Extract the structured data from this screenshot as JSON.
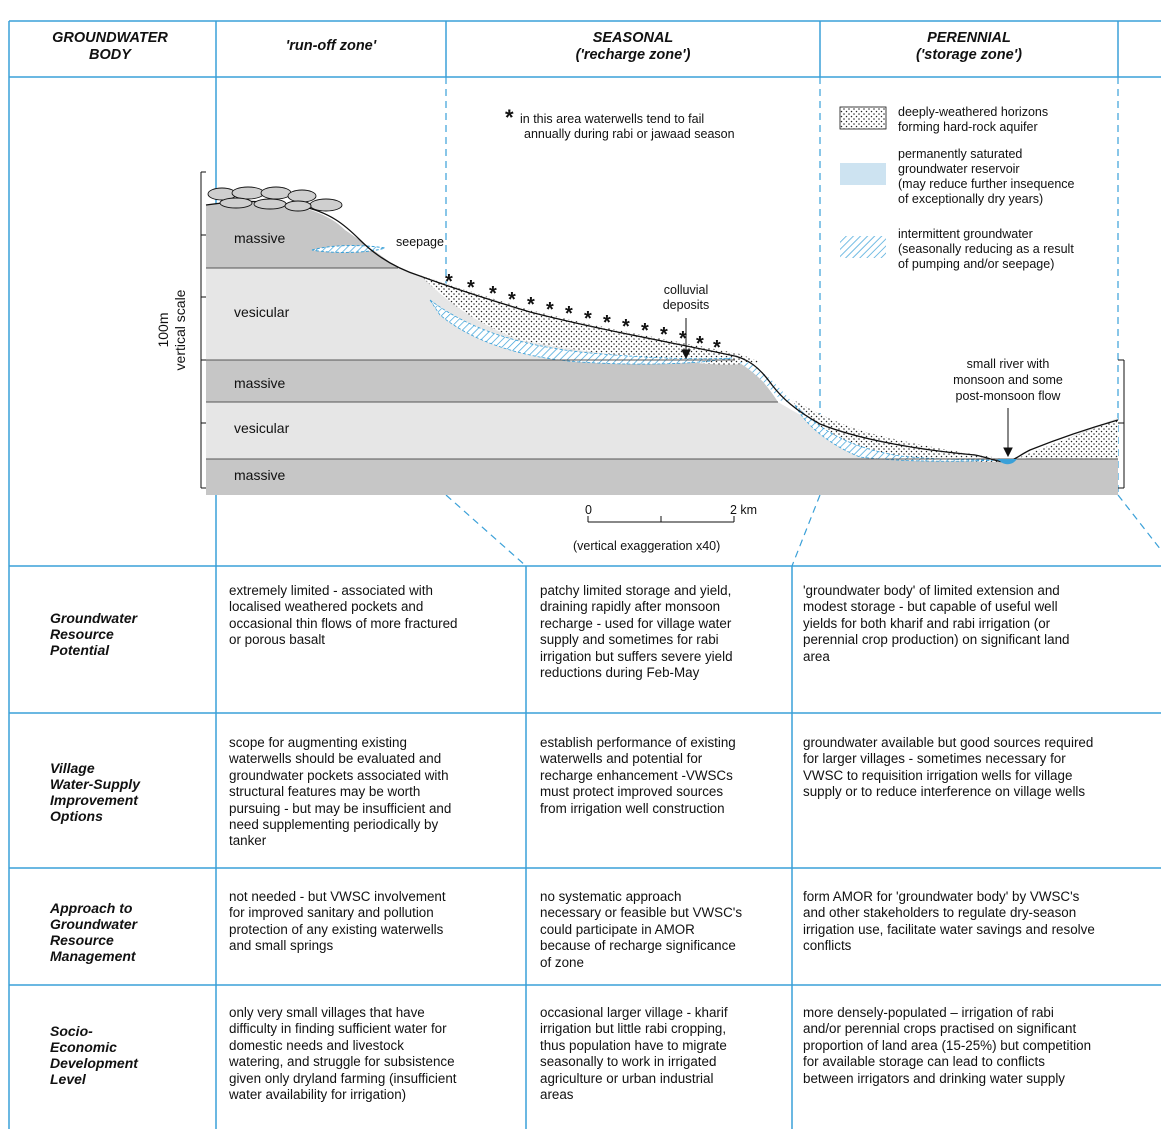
{
  "header": {
    "col0": [
      "GROUNDWATER",
      "BODY"
    ],
    "col1": [
      "'run-off  zone'"
    ],
    "col2": [
      "SEASONAL",
      "('recharge zone')"
    ],
    "col3": [
      "PERENNIAL",
      "('storage zone')"
    ]
  },
  "diagram": {
    "note_star": "*",
    "note_line1": "in this area waterwells tend to fail",
    "note_line2": "annually during rabi or jawaad season",
    "legend": [
      {
        "lines": [
          "deeply-weathered horizons",
          "forming hard-rock aquifer"
        ]
      },
      {
        "lines": [
          "permanently saturated",
          "groundwater reservoir",
          "(may reduce further insequence",
          "of exceptionally dry years)"
        ]
      },
      {
        "lines": [
          "intermittent groundwater",
          "(seasonally reducing as a result",
          "of pumping and/or seepage)"
        ]
      }
    ],
    "layers": [
      "massive",
      "vesicular",
      "massive",
      "vesicular",
      "massive"
    ],
    "seepage": "seepage",
    "colluvial": [
      "colluvial",
      "deposits"
    ],
    "river": [
      "small river with",
      "monsoon and some",
      "post-monsoon flow"
    ],
    "vscale": [
      "100m",
      "vertical scale"
    ],
    "hscale": {
      "left": "0",
      "right": "2 km",
      "note": "(vertical exaggeration x40)"
    },
    "colors": {
      "line": "#3aa0d8",
      "dark_layer": "#c6c6c6",
      "light_layer": "#e6e6e6",
      "saturated": "#cde3f1"
    }
  },
  "rows": [
    {
      "label": [
        "Groundwater",
        "Resource",
        "Potential"
      ],
      "c1": [
        "extremely limited - associated with",
        "localised weathered pockets and",
        "occasional thin flows of more fractured",
        "or porous basalt"
      ],
      "c2": [
        "patchy limited storage and yield,",
        "draining rapidly after monsoon",
        "recharge - used for village water",
        "supply and sometimes for rabi",
        "irrigation but  suffers severe yield",
        "reductions during Feb-May"
      ],
      "c3": [
        "'groundwater body' of limited extension and",
        "modest storage - but capable of useful well",
        "yields for both kharif and rabi irrigation (or",
        "perennial crop production) on significant land",
        "area"
      ]
    },
    {
      "label": [
        "Village",
        "Water-Supply",
        "Improvement",
        "Options"
      ],
      "c1": [
        "scope for augmenting existing",
        "waterwells should be evaluated and",
        "groundwater pockets associated with",
        "structural features may be worth",
        "pursuing - but may be insufficient and",
        "need supplementing periodically by",
        "tanker"
      ],
      "c2": [
        "establish performance of existing",
        "waterwells and potential for",
        "recharge enhancement -VWSCs",
        "must protect improved sources",
        "from irrigation well construction"
      ],
      "c3": [
        "groundwater available but good sources required",
        "for larger villages - sometimes necessary for",
        "VWSC to requisition irrigation wells for village",
        "supply or to reduce interference on village wells"
      ]
    },
    {
      "label": [
        "Approach to",
        "Groundwater",
        "Resource",
        "Management"
      ],
      "c1": [
        "not needed - but VWSC involvement",
        "for improved sanitary and pollution",
        "protection of any existing waterwells",
        "and small springs"
      ],
      "c2": [
        "no systematic approach",
        "necessary or feasible but VWSC's",
        "could participate in AMOR",
        "because of recharge significance",
        "of  zone"
      ],
      "c3": [
        "form AMOR for 'groundwater body' by VWSC's",
        "and other stakeholders to regulate dry-season",
        "irrigation use, facilitate water savings and resolve",
        "conflicts"
      ]
    },
    {
      "label": [
        "Socio-",
        "Economic",
        "Development",
        "Level"
      ],
      "c1": [
        "only very small villages that have",
        "difficulty in finding sufficient water for",
        "domestic needs and livestock",
        "watering, and struggle for subsistence",
        "given only dryland farming (insufficient",
        "water availability for irrigation)"
      ],
      "c2": [
        "occasional larger village - kharif",
        "irrigation but little rabi cropping,",
        "thus population have to migrate",
        "seasonally to work in irrigated",
        "agriculture or  urban industrial",
        "areas"
      ],
      "c3": [
        "more densely-populated – irrigation of rabi",
        "and/or perennial crops practised on significant",
        "proportion of land area (15-25%) but competition",
        "for available storage can lead to conflicts",
        "between irrigators and drinking water supply"
      ]
    }
  ]
}
